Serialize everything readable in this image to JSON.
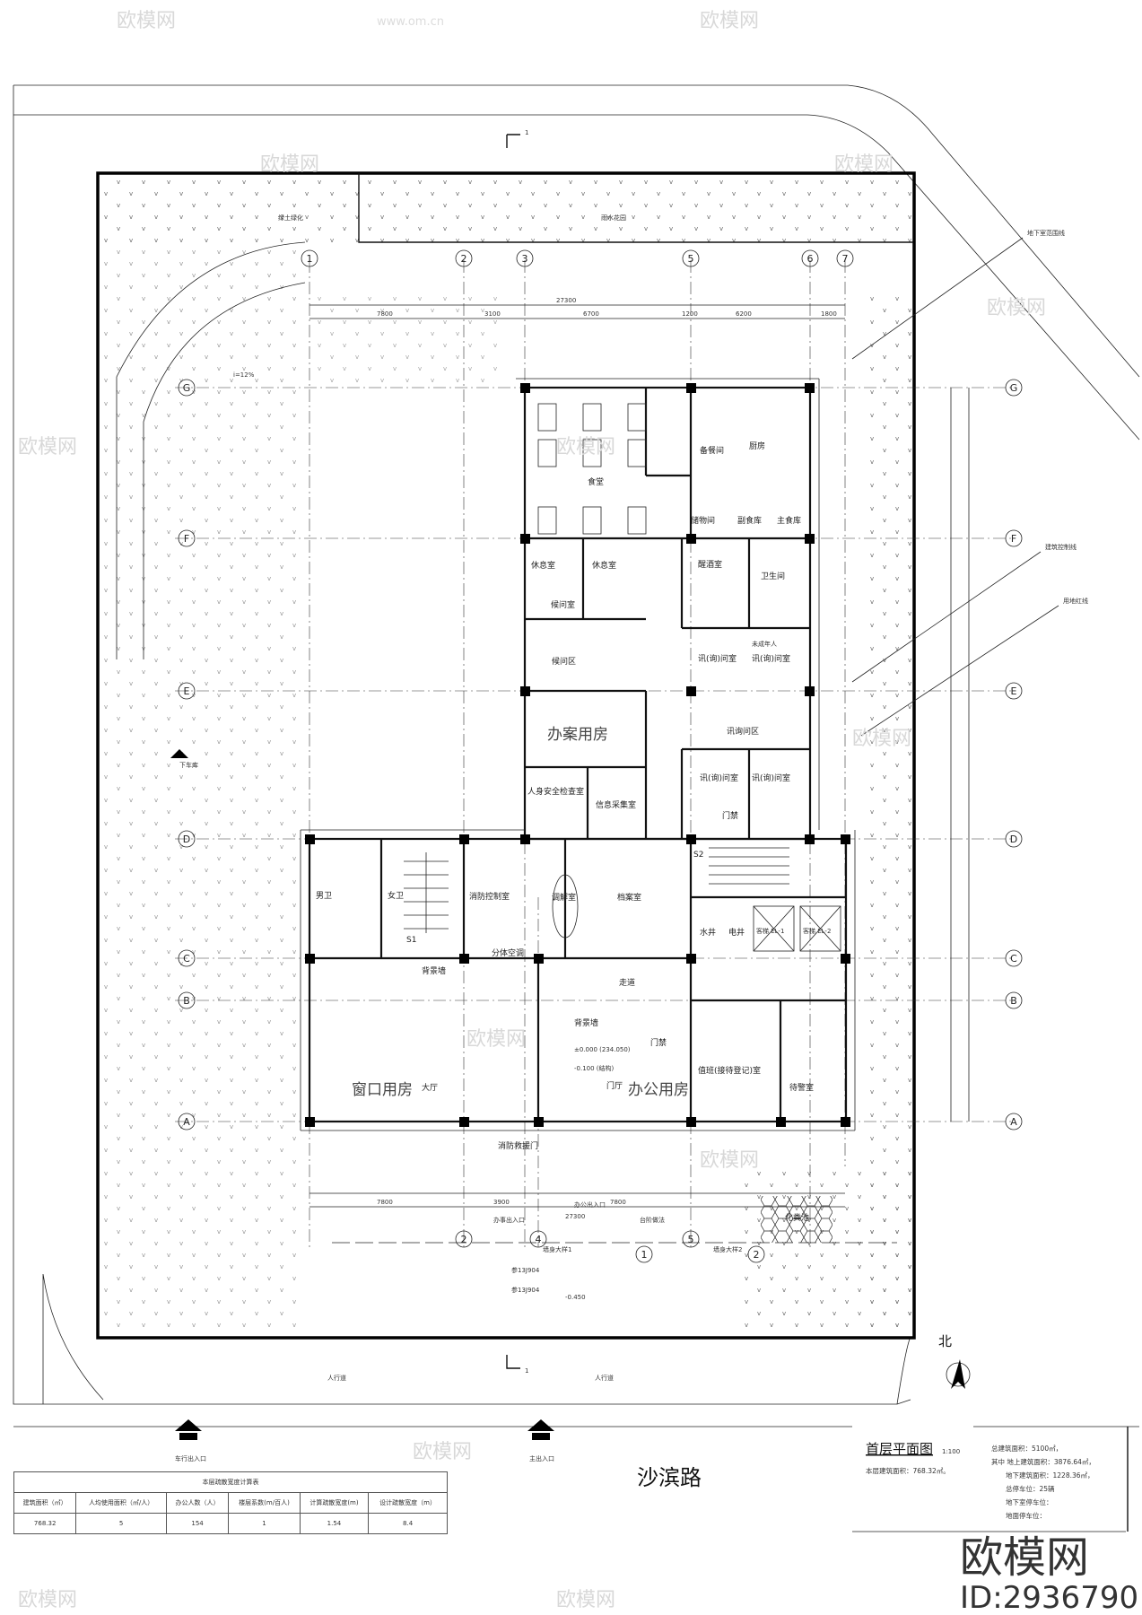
{
  "drawing": {
    "title": "首层平面图",
    "scale": "1:100",
    "floor_area_note": "本层建筑面积：768.32㎡。",
    "totals": [
      "总建筑面积：5100㎡，",
      "其中 地上建筑面积：3876.64㎡，",
      "地下建筑面积：1228.36㎡，",
      "总停车位：25辆",
      "地下室停车位：",
      "地面停车位："
    ],
    "north_label": "北",
    "section_mark": "1"
  },
  "roads": {
    "main_road": "沙滨路",
    "sidewalk_left": "人行道",
    "sidewalk_right": "人行道",
    "vehicle_entrance": "车行出入口",
    "main_entrance": "主出入口",
    "office_entrance": "办公出入口",
    "affairs_entrance": "办事出入口"
  },
  "axes": {
    "rows": [
      "G",
      "F",
      "E",
      "D",
      "C",
      "B",
      "A"
    ],
    "cols": [
      "1",
      "2",
      "3",
      "5",
      "6",
      "7"
    ],
    "bottom_cols": [
      "2",
      "4",
      "5"
    ]
  },
  "dimensions": {
    "total_width": "27300",
    "top_spans": [
      "7800",
      "3100",
      "6700",
      "1200",
      "6200",
      "1800"
    ],
    "bottom_spans": [
      "7800",
      "3900",
      "7800"
    ]
  },
  "rooms": {
    "canteen": "食堂",
    "pantry": "备餐间",
    "kitchen": "厨房",
    "storage": "储物间",
    "non_staple": "副食库",
    "staple": "主食库",
    "sober_room": "醒酒室",
    "restroom": "卫生间",
    "rest_room_1": "休息室",
    "rest_room_2": "休息室",
    "waiting": "候问区",
    "interrogation_1": "讯(询)问室",
    "interrogation_2": "讯(询)问室",
    "interrogation_3": "讯(询)问室",
    "interrogation_4": "讯(询)问室",
    "interrogation_area": "讯询问区",
    "minor": "未成年人",
    "waiting_room": "候问室",
    "case_area": "办案用房",
    "security_check": "人身安全检查室",
    "info_collect": "信息采集室",
    "mediation": "调解室",
    "archive": "档案室",
    "fire_control": "消防控制室",
    "men_wc": "男卫",
    "women_wc": "女卫",
    "stair_s1": "S1",
    "stair_s2": "S2",
    "window_room": "窗口用房",
    "hall": "大厅",
    "lobby": "门厅",
    "office": "办公用房",
    "duty_room": "值班(接待登记)室",
    "standby_room": "待警室",
    "water_shaft": "水井",
    "elec_shaft": "电井",
    "elevator_1": "客梯 EL-1",
    "elevator_2": "客梯 EL-2",
    "corridor": "走道",
    "background_wall": "背景墙",
    "fire_door": "消防救援门",
    "access_control": "门禁",
    "septic": "化粪池",
    "ac_split": "分体空调",
    "elev_level": "±0.000 (234.050)",
    "elev_struct": "-0.100 (结构)"
  },
  "annotations": {
    "greening": "绿土绿化",
    "rain_garden": "雨水花园",
    "basement_line": "地下室范围线",
    "building_control_line": "建筑控制线",
    "setback_line": "用地红线",
    "ramp": "下车库",
    "ramp_slope": "i=12%",
    "detail_1": "墙身大样1",
    "detail_2": "墙身大样2",
    "steps": "台阶做法",
    "slope_ref": "参13J904",
    "outdoor_level": "-0.450"
  },
  "calc_table": {
    "title": "本层疏散宽度计算表",
    "headers": [
      "建筑面积（㎡）",
      "人均使用面积（㎡/人）",
      "办公人数（人）",
      "楼层系数(m/百人)",
      "计算疏散宽度(m)",
      "设计疏散宽度（m）"
    ],
    "values": [
      "768.32",
      "5",
      "154",
      "1",
      "1.54",
      "8.4"
    ]
  },
  "watermark": {
    "brand": "欧模网",
    "url": "www.om.cn",
    "id": "ID:2936790"
  }
}
